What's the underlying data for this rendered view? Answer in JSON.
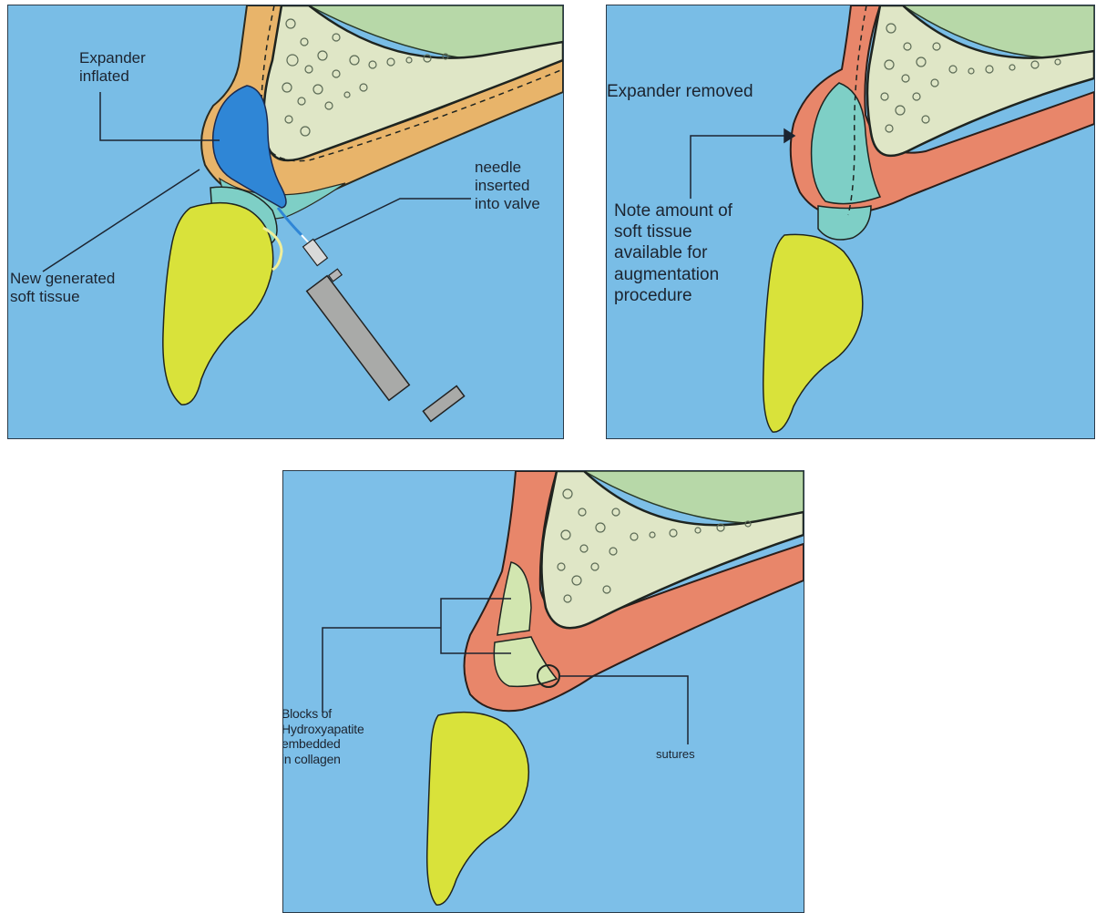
{
  "panels": [
    {
      "labels": {
        "expander": "Expander\ninflated",
        "needle": "needle\ninserted\ninto valve",
        "new_tissue": "New generated\nsoft tissue"
      }
    },
    {
      "labels": {
        "removed": "Expander removed",
        "note": "Note amount of\nsoft tissue\navailable for\naugmentation\nprocedure"
      }
    },
    {
      "labels": {
        "blocks": "Blocks of\nHydroxyapatite\nembedded\nin collagen",
        "sutures": "sutures"
      }
    }
  ],
  "colors": {
    "background": "#79bde6",
    "bone": "#dfe6c6",
    "gingiva": "#e8b46a",
    "gingiva_pink": "#e8866a",
    "expander": "#2f86d6",
    "tissue": "#7ecfc6",
    "crown": "#d9e23a",
    "hydroxyapatite": "#d2e6b0"
  }
}
